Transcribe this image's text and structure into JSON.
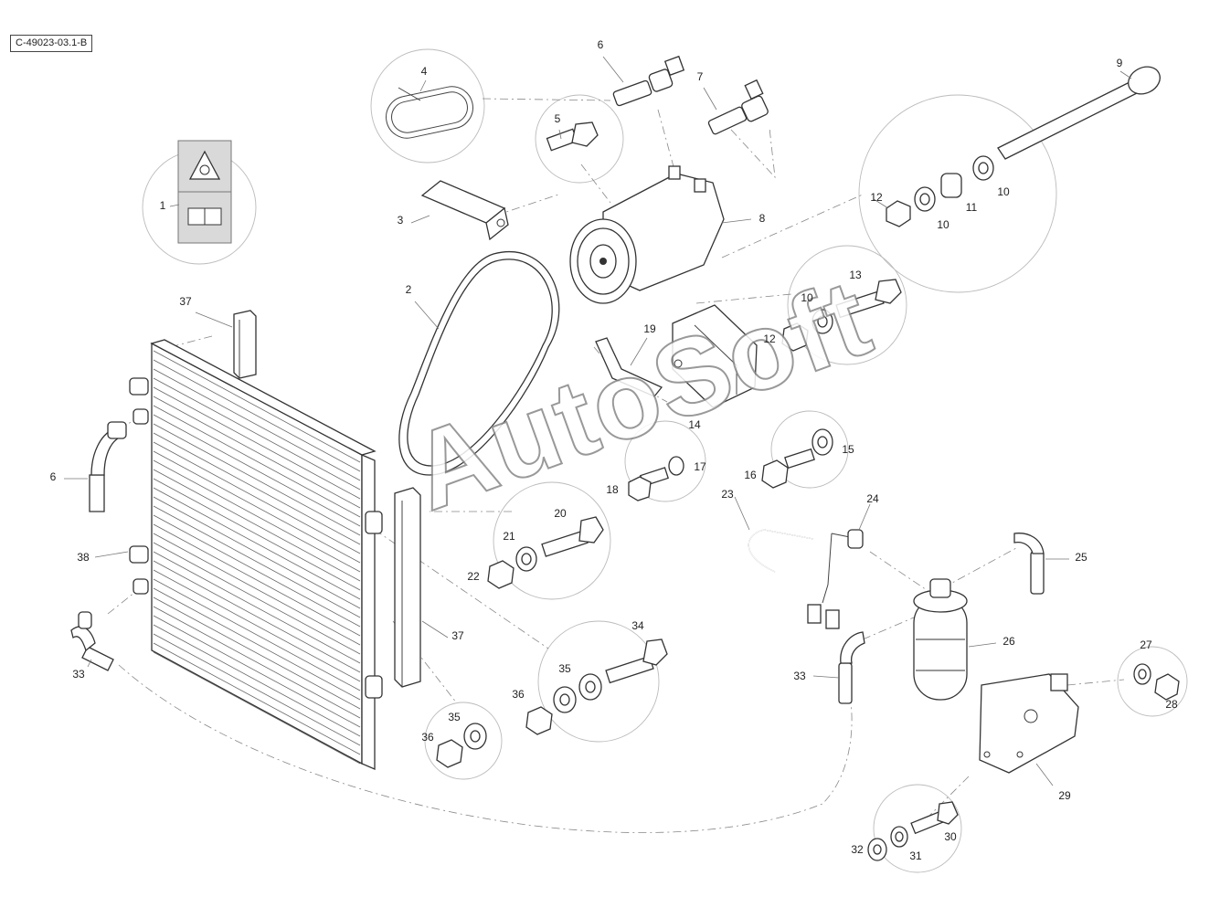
{
  "diagram": {
    "reference_code": "C-49023-03.1-B",
    "watermark": "AutoSoft",
    "callouts": {
      "c1": "1",
      "c2": "2",
      "c3": "3",
      "c4": "4",
      "c5": "5",
      "c6a": "6",
      "c6b": "6",
      "c7": "7",
      "c8": "8",
      "c9": "9",
      "c10a": "10",
      "c10b": "10",
      "c10c": "10",
      "c11": "11",
      "c12a": "12",
      "c12b": "12",
      "c13": "13",
      "c14": "14",
      "c15": "15",
      "c16": "16",
      "c17": "17",
      "c18": "18",
      "c19": "19",
      "c20": "20",
      "c21": "21",
      "c22": "22",
      "c23": "23",
      "c24": "24",
      "c25": "25",
      "c26": "26",
      "c27": "27",
      "c28": "28",
      "c29": "29",
      "c30": "30",
      "c31": "31",
      "c32": "32",
      "c33a": "33",
      "c33b": "33",
      "c34": "34",
      "c35a": "35",
      "c35b": "35",
      "c36a": "36",
      "c36b": "36",
      "c37a": "37",
      "c37b": "37",
      "c38": "38"
    }
  }
}
